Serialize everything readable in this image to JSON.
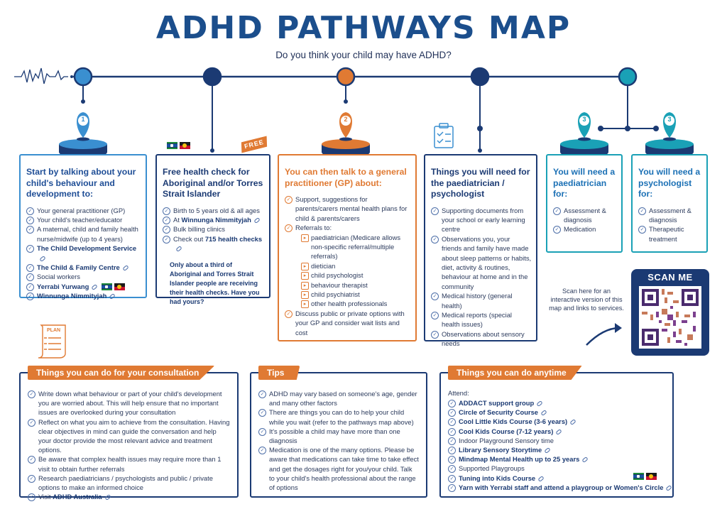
{
  "header": {
    "title": "ADHD PATHWAYS MAP",
    "subtitle": "Do you think your child may have ADHD?"
  },
  "colors": {
    "navy": "#1b3a73",
    "blue": "#3a8fd0",
    "orange": "#e07a33",
    "teal": "#1aa1b6",
    "title": "#1b4e8c"
  },
  "steps": {
    "one": "1",
    "two": "2",
    "three_a": "3",
    "three_b": "3"
  },
  "free_badge": "FREE",
  "box1": {
    "heading": "Start by talking about your child's behaviour and development to:",
    "items": [
      "Your general practitioner (GP)",
      "Your child's teacher/educator",
      "A maternal, child and family health nurse/midwife (up to 4 years)",
      "The Child Development Service",
      "The Child & Family Centre",
      "Social workers",
      "Yerrabi Yurwang",
      "Winnunga Nimmityjah"
    ]
  },
  "box2": {
    "heading": "Free health check for Aboriginal and/or Torres Strait Islander",
    "items": [
      "Birth to 5 years old & all ages",
      "At ",
      "Winnunga Nimmityjah",
      "Bulk billing clinics",
      "Check out ",
      "715 health checks"
    ],
    "note": "Only about a third of Aboriginal and Torres Strait Islander people are receiving their health checks. Have you had yours?"
  },
  "box3": {
    "heading": "You can then talk to a general practitioner (GP) about:",
    "item1": "Support, suggestions for parents/carers mental health plans for child & parents/carers",
    "item2": "Referrals to:",
    "referrals": [
      "paediatrician (Medicare allows non-specific referral/multiple referrals)",
      "dietician",
      "child psychologist",
      "behaviour therapist",
      "child psychiatrist",
      "other health professionals"
    ],
    "item3": "Discuss public or private options with your GP and consider wait lists and cost"
  },
  "box4": {
    "heading": "Things you will need for the paediatrician / psychologist",
    "items": [
      "Supporting documents from your school or early learning centre",
      "Observations you, your friends and family have made about sleep patterns or habits, diet, activity & routines, behaviour at home and in the community",
      "Medical history (general health)",
      "Medical reports (special health issues)",
      "Observations about sensory needs"
    ]
  },
  "box5": {
    "heading": "You will need a paediatrician for:",
    "items": [
      "Assessment & diagnosis",
      "Medication"
    ]
  },
  "box6": {
    "heading": "You will need a psychologist for:",
    "items": [
      "Assessment & diagnosis",
      "Therapeutic treatment"
    ]
  },
  "scan": {
    "label": "SCAN ME",
    "text": "Scan here for an interactive version of this map and links to services."
  },
  "plan_label": "PLAN",
  "consultation": {
    "tag": "Things you can do for your consultation",
    "items": [
      "Write down what behaviour or part of your child's development you are worried about. This will help ensure that no important issues are overlooked during your consultation",
      "Reflect on what you aim to achieve from the consultation. Having clear objectives in mind can guide the conversation and help your doctor provide the most relevant advice and treatment options.",
      "Be aware that complex health issues may require more than 1 visit to obtain further referrals",
      "Research paediatricians / psychologists and public / private options to make an informed choice",
      "Visit ",
      "ADHD Australia"
    ]
  },
  "tips": {
    "tag": "Tips",
    "items": [
      "ADHD may vary based on someone's age, gender and many other factors",
      "There are things you can do to help your child while you wait (refer to the pathways map above)",
      "It's possible a child may have more than one diagnosis",
      "Medication is one of the many options. Please be aware that medications can take time to take effect and get the dosages right for you/your child. Talk to your child's health professional about the range of options"
    ]
  },
  "anytime": {
    "tag": "Things you can do anytime",
    "attend": "Attend:",
    "items": [
      "ADDACT support group",
      "Circle of Security Course",
      "Cool Little Kids Course (3-6 years)",
      "Cool Kids Course (7-12 years)",
      "Indoor Playground Sensory time",
      "Library Sensory Storytime",
      "Mindmap Mental Health up to 25 years",
      "Supported Playgroups",
      "Tuning into Kids Course",
      "Yarn with Yerrabi staff and attend a playgroup or Women's Circle"
    ]
  }
}
